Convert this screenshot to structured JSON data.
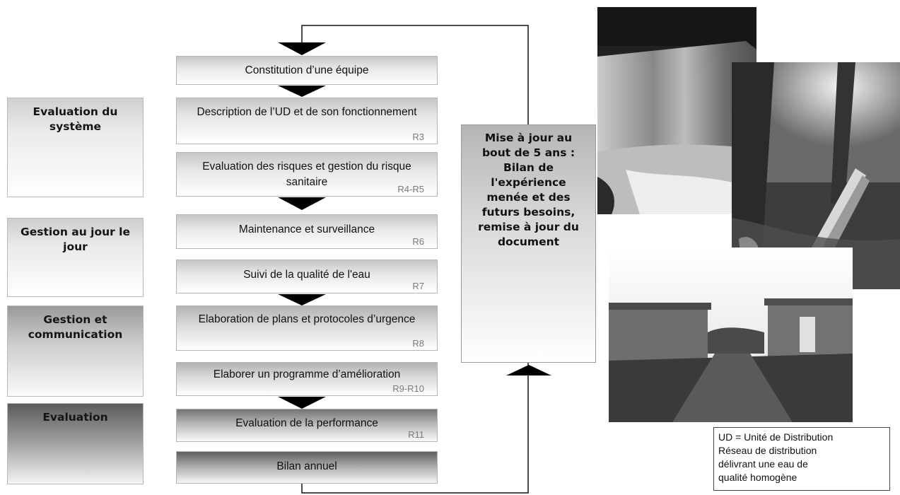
{
  "phases": [
    {
      "label": "Evaluation du système"
    },
    {
      "label": "Gestion au jour le jour"
    },
    {
      "label": "Gestion et communication"
    },
    {
      "label": "Evaluation"
    }
  ],
  "steps": [
    {
      "label": "Constitution d’une équipe",
      "ref": ""
    },
    {
      "label": "Description de l’UD et de son fonctionnement",
      "ref": "R3"
    },
    {
      "label": "Evaluation des risques et gestion du risque sanitaire",
      "ref": "R4-R5"
    },
    {
      "label": "Maintenance et surveillance",
      "ref": "R6"
    },
    {
      "label": "Suivi de la qualité de l'eau",
      "ref": "R7"
    },
    {
      "label": "Elaboration de plans et protocoles d’urgence",
      "ref": "R8"
    },
    {
      "label": "Elaborer un programme d’amélioration",
      "ref": "R9-R10"
    },
    {
      "label": "Evaluation de la performance",
      "ref": "R11"
    },
    {
      "label": "Bilan annuel",
      "ref": ""
    }
  ],
  "update_box": {
    "label": "Mise à jour au bout de 5 ans : Bilan de l'expérience menée et des futurs besoins, remise à jour du document"
  },
  "legend": {
    "lines": [
      "UD = Unité de Distribution",
      "Réseau de distribution",
      "délivrant une eau de",
      "qualité homogène"
    ]
  }
}
